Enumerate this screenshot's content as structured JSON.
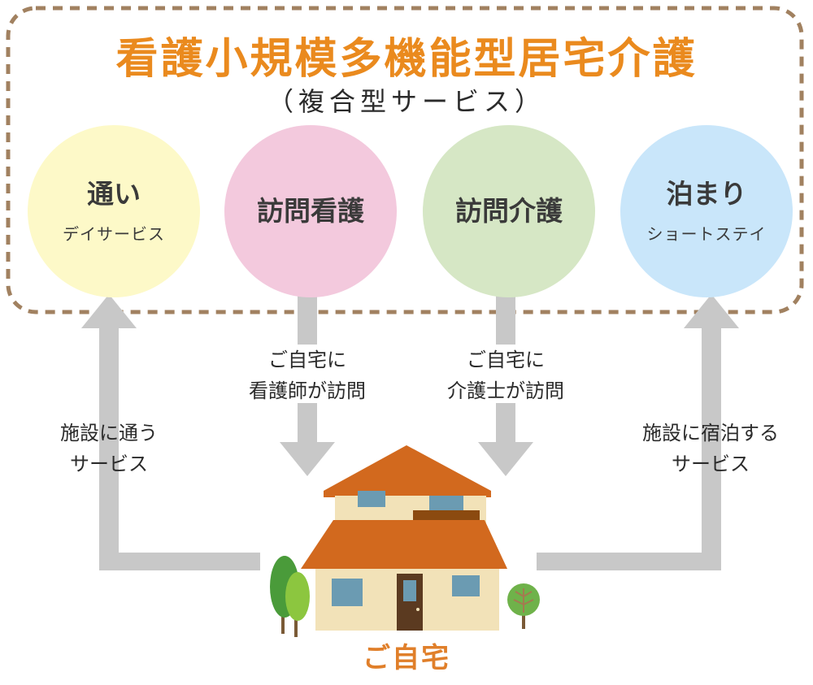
{
  "title": "看護小規模多機能型居宅介護",
  "subtitle": "（複合型サービス）",
  "services": [
    {
      "main": "通い",
      "sub": "デイサービス",
      "color": "#fdf9c8"
    },
    {
      "main": "訪問看護",
      "sub": "",
      "color": "#f3c9dd"
    },
    {
      "main": "訪問介護",
      "sub": "",
      "color": "#d6e7c5"
    },
    {
      "main": "泊まり",
      "sub": "ショートステイ",
      "color": "#c9e6fa"
    }
  ],
  "arrow_labels": {
    "day": {
      "line1": "施設に通う",
      "line2": "サービス"
    },
    "nursing": {
      "line1": "ご自宅に",
      "line2": "看護師が訪問"
    },
    "care": {
      "line1": "ご自宅に",
      "line2": "介護士が訪問"
    },
    "stay": {
      "line1": "施設に宿泊する",
      "line2": "サービス"
    }
  },
  "home_label": "ご自宅",
  "colors": {
    "title": "#ea8a1e",
    "border": "#a18160",
    "arrow": "#c8c8c8",
    "roof": "#d2691e",
    "wall": "#f2e2b8"
  }
}
